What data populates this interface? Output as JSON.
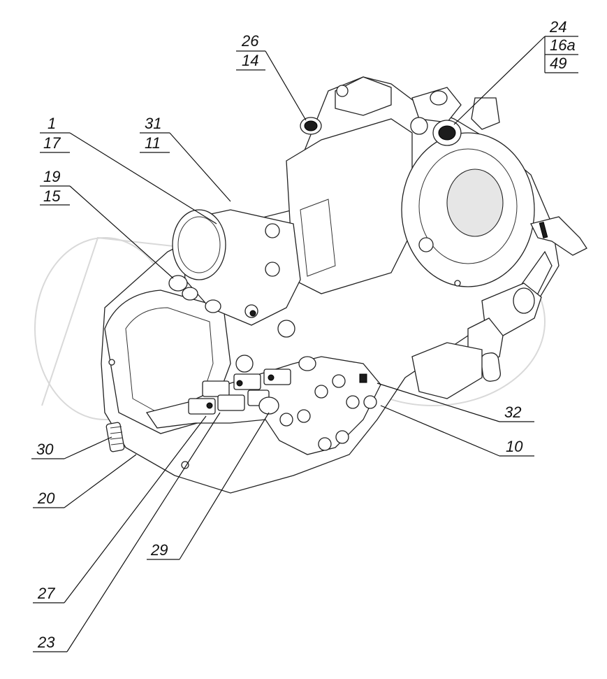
{
  "diagram": {
    "colors": {
      "line": "#111111",
      "background": "#ffffff",
      "watermark": "#d9d9d9"
    },
    "callouts": [
      {
        "id": "c26",
        "top": "26",
        "bottom": "14"
      },
      {
        "id": "c24",
        "lines": [
          "24",
          "16a",
          "49"
        ]
      },
      {
        "id": "c1",
        "top": "1",
        "bottom": "17"
      },
      {
        "id": "c31",
        "top": "31",
        "bottom": "11"
      },
      {
        "id": "c19",
        "top": "19",
        "bottom": "15"
      },
      {
        "id": "c32",
        "label": "32"
      },
      {
        "id": "c10",
        "label": "10"
      },
      {
        "id": "c30",
        "label": "30"
      },
      {
        "id": "c20",
        "label": "20"
      },
      {
        "id": "c29",
        "label": "29"
      },
      {
        "id": "c27",
        "label": "27"
      },
      {
        "id": "c23",
        "label": "23"
      }
    ]
  }
}
